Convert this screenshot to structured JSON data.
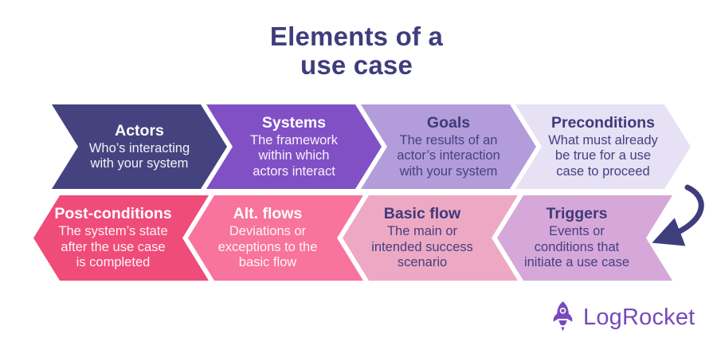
{
  "title": {
    "lines": [
      "Elements of a",
      "use case"
    ],
    "color": "#3f3d7c"
  },
  "rows": [
    {
      "direction": "right",
      "items": [
        {
          "heading": "Actors",
          "body_lines": [
            "Who’s interacting",
            "with your system"
          ],
          "bg": "#45437f",
          "theme": "light"
        },
        {
          "heading": "Systems",
          "body_lines": [
            "The framework",
            "within which",
            "actors interact"
          ],
          "bg": "#8150c5",
          "theme": "light"
        },
        {
          "heading": "Goals",
          "body_lines": [
            "The results of an",
            "actor’s interaction",
            "with your system"
          ],
          "bg": "#b29cda",
          "theme": "dark"
        },
        {
          "heading": "Preconditions",
          "body_lines": [
            "What must already",
            "be true for a use",
            "case to proceed"
          ],
          "bg": "#e6e1f4",
          "theme": "dark"
        }
      ]
    },
    {
      "direction": "left",
      "items": [
        {
          "heading": "Post-conditions",
          "body_lines": [
            "The system’s state",
            "after the use case",
            "is completed"
          ],
          "bg": "#ef4c7a",
          "theme": "light"
        },
        {
          "heading": "Alt. flows",
          "body_lines": [
            "Deviations or",
            "exceptions to the",
            "basic flow"
          ],
          "bg": "#f8739d",
          "theme": "light"
        },
        {
          "heading": "Basic flow",
          "body_lines": [
            "The main or",
            "intended success",
            "scenario"
          ],
          "bg": "#eda9c3",
          "theme": "dark"
        },
        {
          "heading": "Triggers",
          "body_lines": [
            "Events or",
            "conditions that",
            "initiate a use case"
          ],
          "bg": "#d6a8d9",
          "theme": "dark"
        }
      ]
    }
  ],
  "annotations": {
    "arrow_color": "#3f3d7c"
  },
  "logo": {
    "label": "LogRocket",
    "color": "#764abc"
  }
}
